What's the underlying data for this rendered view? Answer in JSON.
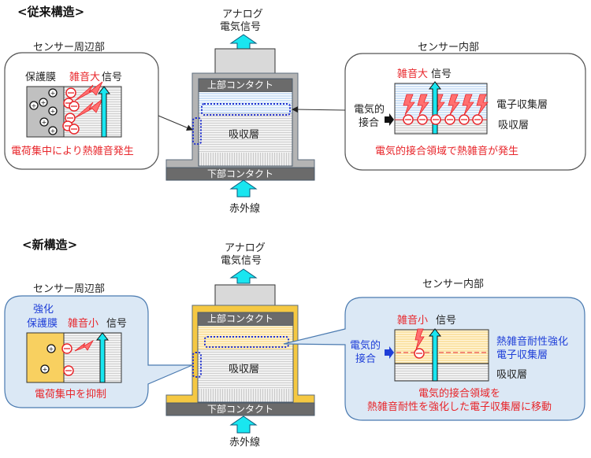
{
  "old": {
    "section_title": "<従来構造>",
    "output_label_line1": "アナログ",
    "output_label_line2": "電気信号",
    "upper_contact": "上部コンタクト",
    "absorption_layer": "吸収層",
    "lower_contact": "下部コンタクト",
    "input_label": "赤外線",
    "periphery": {
      "caption": "センサー周辺部",
      "protective_film": "保護膜",
      "noise": "雑音大",
      "signal": "信号",
      "note": "電荷集中により熱雑音発生"
    },
    "interior": {
      "caption": "センサー内部",
      "noise": "雑音大",
      "signal": "信号",
      "junction_line1": "電気的",
      "junction_line2": "接合",
      "collector_layer": "電子収集層",
      "absorption_layer": "吸収層",
      "note": "電気的接合領域で熱雑音が発生"
    }
  },
  "new": {
    "section_title": "<新構造>",
    "output_label_line1": "アナログ",
    "output_label_line2": "電気信号",
    "upper_contact": "上部コンタクト",
    "absorption_layer": "吸収層",
    "lower_contact": "下部コンタクト",
    "input_label": "赤外線",
    "periphery": {
      "caption": "センサー周辺部",
      "protective_film_line1": "強化",
      "protective_film_line2": "保護膜",
      "noise": "雑音小",
      "signal": "信号",
      "note": "電荷集中を抑制"
    },
    "interior": {
      "caption": "センサー内部",
      "noise": "雑音小",
      "signal": "信号",
      "junction_line1": "電気的",
      "junction_line2": "接合",
      "collector_layer_line1": "熱雑音耐性強化",
      "collector_layer_line2": "電子収集層",
      "absorption_layer": "吸収層",
      "note_line1": "電気的接合領域を",
      "note_line2": "熱雑音耐性を強化した電子収集層に移動"
    }
  },
  "colors": {
    "noise_red": "#e8262b",
    "highlight_blue": "#1f3fd8",
    "signal_cyan": "#19e6f0",
    "housing_gray": "#b4b4b4",
    "housing_gold": "#f5c842",
    "contact_dark": "#6b6b6b",
    "callout_fill_new": "#dbe8f5"
  }
}
